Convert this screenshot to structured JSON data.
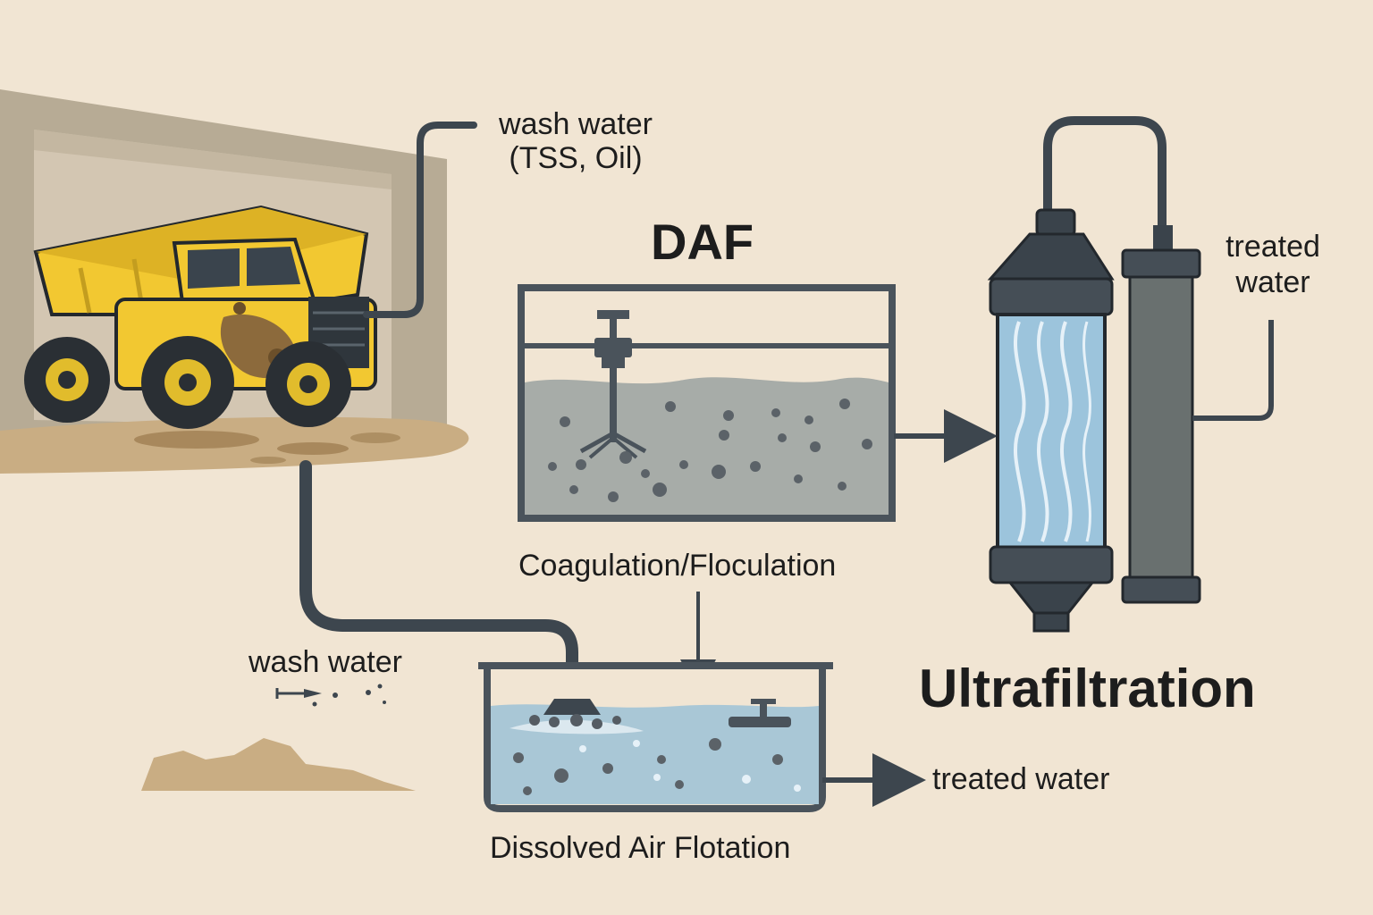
{
  "labels": {
    "wash_water_top_line1": "wash water",
    "wash_water_top_line2": "(TSS, Oil)",
    "daf_heading": "DAF",
    "coagulation": "Coagulation/Floculation",
    "treated_water_right_line1": "treated",
    "treated_water_right_line2": "water",
    "ultrafiltration": "Ultrafiltration",
    "wash_water_left": "wash water",
    "treated_water_bottom": "treated water",
    "dissolved_air_flotation": "Dissolved Air Flotation"
  },
  "colors": {
    "background": "#f1e5d3",
    "pipe": "#3d464e",
    "truck_yellow": "#f2c831",
    "mud": "#8c6a3c",
    "sludge": "#a7aca8",
    "water": "#a9c7d6",
    "filter_glass": "#9cc4dc",
    "text": "#1d1d1d"
  }
}
